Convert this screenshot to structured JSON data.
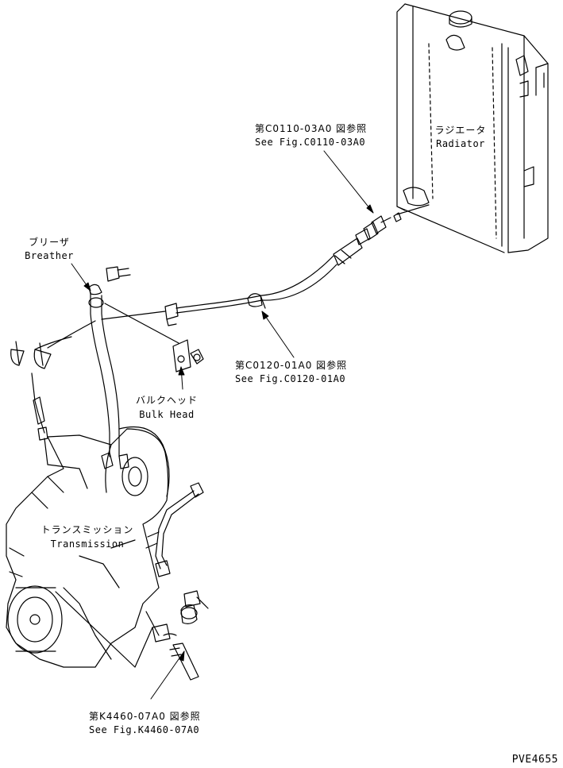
{
  "labels": {
    "radiator": {
      "jp": "ラジエータ",
      "en": "Radiator"
    },
    "breather": {
      "jp": "ブリーザ",
      "en": "Breather"
    },
    "bulk_head": {
      "jp": "バルクヘッド",
      "en": "Bulk Head"
    },
    "transmission": {
      "jp": "トランスミッション",
      "en": "Transmission"
    },
    "ref_c0110": {
      "jp": "第C0110-03A0 図参照",
      "en": "See Fig.C0110-03A0"
    },
    "ref_c0120": {
      "jp": "第C0120-01A0 図参照",
      "en": "See Fig.C0120-01A0"
    },
    "ref_k4460": {
      "jp": "第K4460-07A0 図参照",
      "en": "See Fig.K4460-07A0"
    }
  },
  "drawing_code": "PVE4655"
}
